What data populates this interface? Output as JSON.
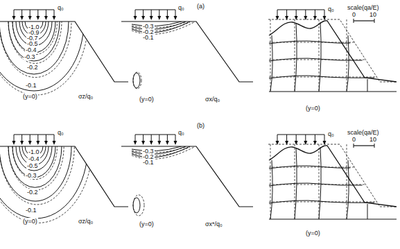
{
  "diagram": {
    "labels": [
      "(a)",
      "q₀",
      "-1.0",
      "-0.9",
      "-0.7",
      "-0.5",
      "-0.4",
      "-0.3",
      "-0.2",
      "-0.1",
      "(y=0)",
      "σz/q₀",
      "q₀",
      "-0.3",
      "-0.2",
      "-0.1",
      "(y=0)",
      "σx/q₀",
      "q₀",
      "scale(qa/E)",
      "0",
      "10",
      "(y=0)",
      "(b)",
      "q₀",
      "-1.0",
      "-0.4",
      "-0.5",
      "-0.3",
      "-0.2",
      "-0.1",
      "(y=0)",
      "σz/q₀",
      "q₀",
      "-0.3",
      "-0.2",
      "-0.1",
      "(y=0)",
      "σx*/q₀",
      "q₀",
      "scale(qa/E)",
      "0",
      "10",
      "(y=0)"
    ]
  }
}
